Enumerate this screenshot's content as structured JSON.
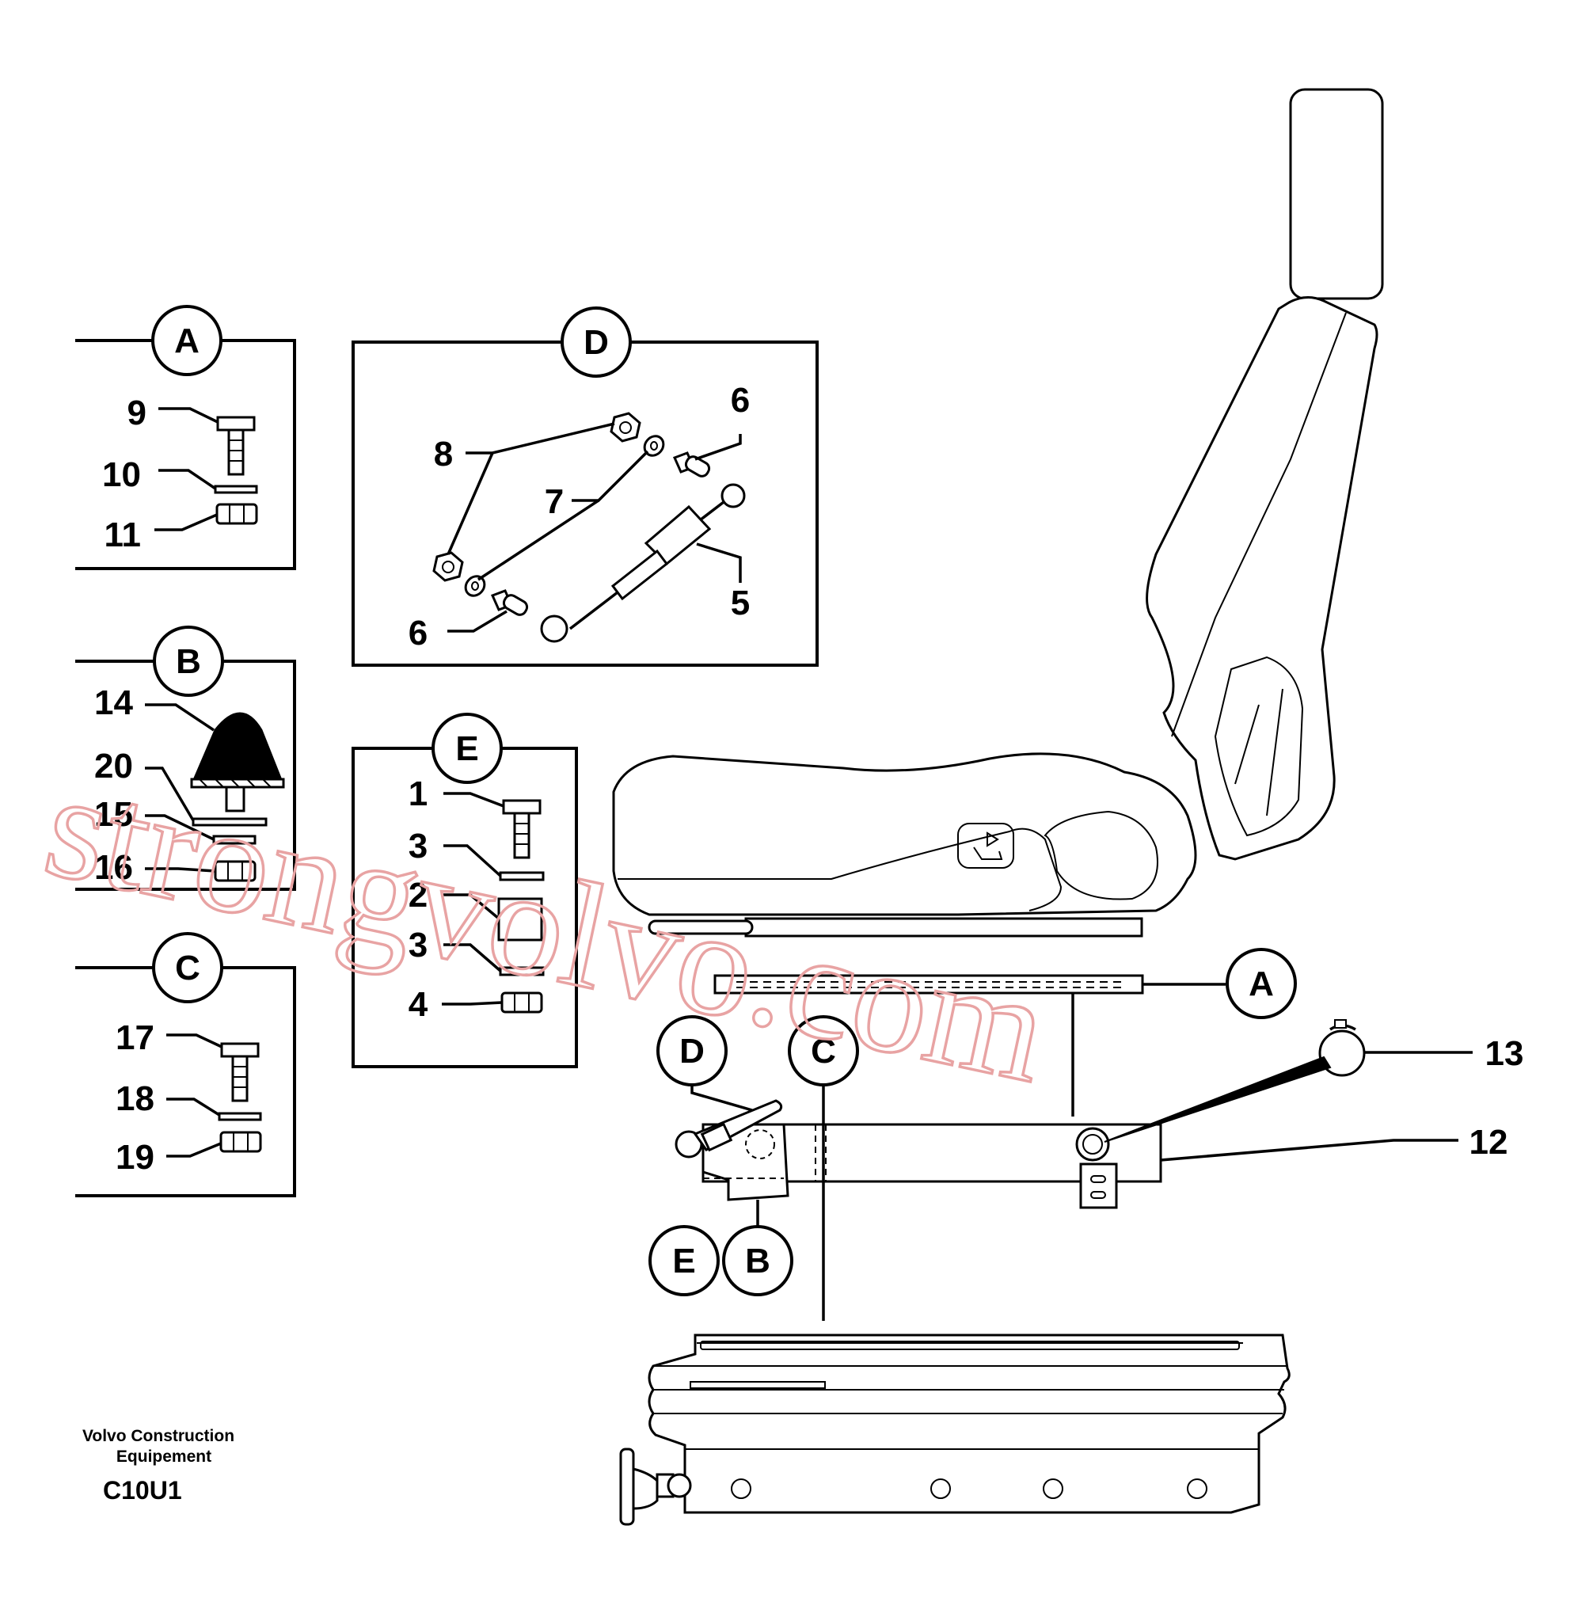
{
  "callouts": {
    "A": "A",
    "B": "B",
    "C": "C",
    "D": "D",
    "E": "E"
  },
  "parts": {
    "p1": "1",
    "p2": "2",
    "p3a": "3",
    "p3b": "3",
    "p4": "4",
    "p5": "5",
    "p6a": "6",
    "p6b": "6",
    "p7": "7",
    "p8": "8",
    "p9": "9",
    "p10": "10",
    "p11": "11",
    "p12": "12",
    "p13": "13",
    "p14": "14",
    "p15": "15",
    "p16": "16",
    "p17": "17",
    "p18": "18",
    "p19": "19",
    "p20": "20"
  },
  "footer": {
    "company_line1": "Volvo Construction",
    "company_line2": "Equipement",
    "code": "C10U1"
  },
  "watermark": "strongvolvo.com"
}
